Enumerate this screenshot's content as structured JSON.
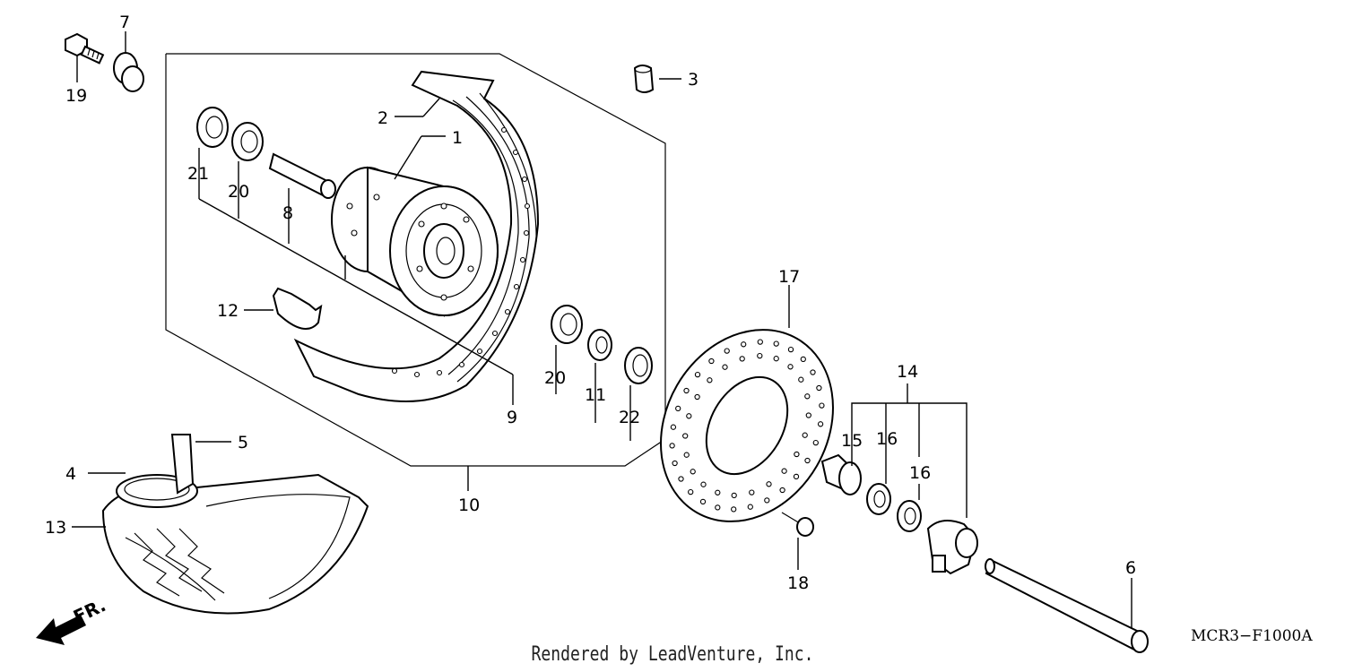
{
  "diagram": {
    "code": "MCR3−F1000A",
    "credit": "Rendered by LeadVenture, Inc.",
    "direction_label": "FR.",
    "callouts": [
      "1",
      "2",
      "3",
      "4",
      "5",
      "6",
      "7",
      "8",
      "9",
      "10",
      "11",
      "12",
      "13",
      "14",
      "15",
      "16",
      "16",
      "17",
      "18",
      "19",
      "20",
      "20",
      "21",
      "22"
    ]
  }
}
